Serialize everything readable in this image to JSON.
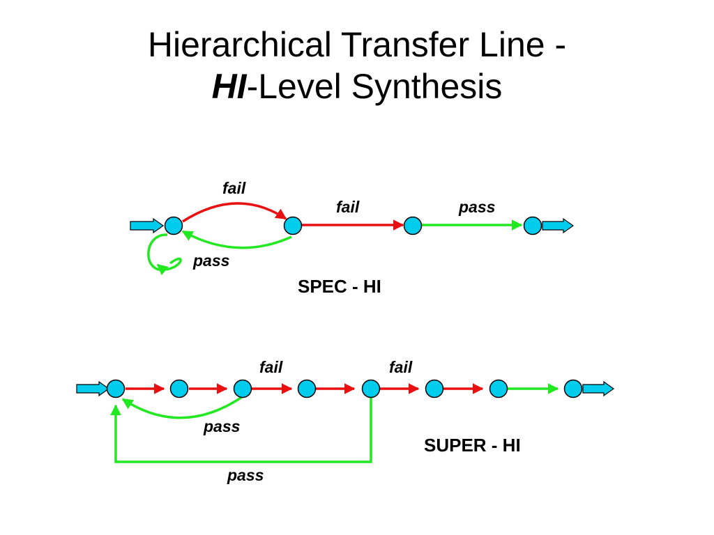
{
  "title": {
    "line1": "Hierarchical  Transfer Line -",
    "line2_emphasis": "HI",
    "line2_rest": "-Level  Synthesis"
  },
  "spec": {
    "caption": "SPEC - HI",
    "labels": {
      "fail_loop": "fail",
      "fail_mid": "fail",
      "pass_right": "pass",
      "pass_back": "pass"
    }
  },
  "super": {
    "caption": "SUPER - HI",
    "labels": {
      "fail_1": "fail",
      "fail_2": "fail",
      "pass_short": "pass",
      "pass_long": "pass"
    }
  },
  "colors": {
    "node": "#00ccee",
    "fail": "#e81010",
    "pass": "#22e822"
  }
}
